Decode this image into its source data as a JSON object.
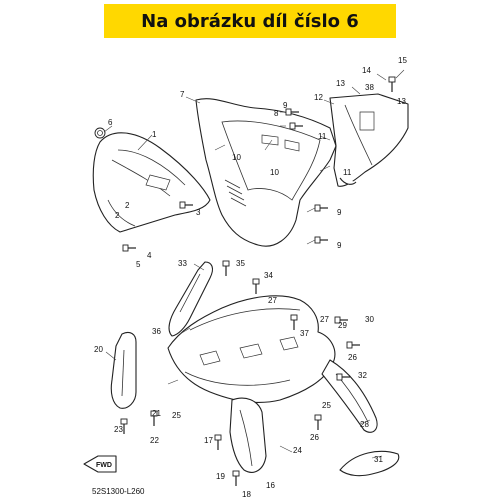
{
  "banner": {
    "text": "Na obrázku díl číslo 6"
  },
  "diagram_code": "52S1300-L260",
  "fwd_label": "FWD",
  "part_numbers": [
    "1",
    "2",
    "3",
    "4",
    "5",
    "6",
    "7",
    "8",
    "9",
    "10",
    "11",
    "12",
    "13",
    "14",
    "15",
    "16",
    "17",
    "18",
    "19",
    "20",
    "21",
    "22",
    "23",
    "24",
    "25",
    "26",
    "27",
    "28",
    "29",
    "30",
    "31",
    "32",
    "33",
    "34",
    "35",
    "36",
    "37",
    "38"
  ]
}
